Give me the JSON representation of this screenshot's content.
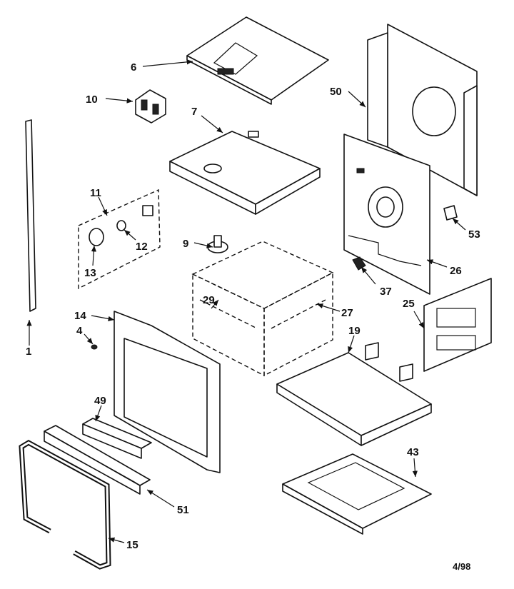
{
  "callouts": {
    "p1": "1",
    "p4": "4",
    "p6": "6",
    "p7": "7",
    "p9": "9",
    "p10": "10",
    "p11": "11",
    "p12": "12",
    "p13": "13",
    "p14": "14",
    "p15": "15",
    "p19": "19",
    "p25": "25",
    "p26": "26",
    "p27": "27",
    "p29": "29",
    "p37": "37",
    "p43": "43",
    "p49": "49",
    "p50": "50",
    "p51": "51",
    "p53": "53"
  },
  "footer": {
    "date_code": "4/98"
  }
}
